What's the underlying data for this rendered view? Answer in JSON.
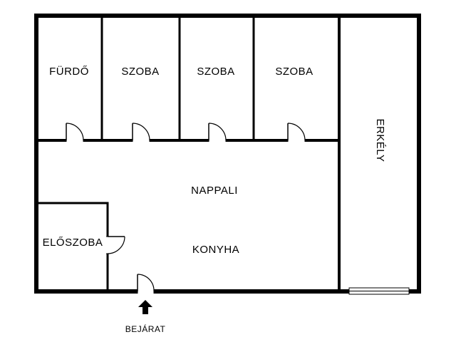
{
  "plan": {
    "rooms": {
      "furdo": "FÜRDŐ",
      "szoba_1": "SZOBA",
      "szoba_2": "SZOBA",
      "szoba_3": "SZOBA",
      "erkely": "ERKÉLY",
      "nappali": "NAPPALI",
      "eloszoba": "ELŐSZOBA",
      "konyha": "KONYHA"
    },
    "entrance_label": "BEJÁRAT",
    "colors": {
      "wall": "#000000",
      "background": "#ffffff"
    }
  }
}
